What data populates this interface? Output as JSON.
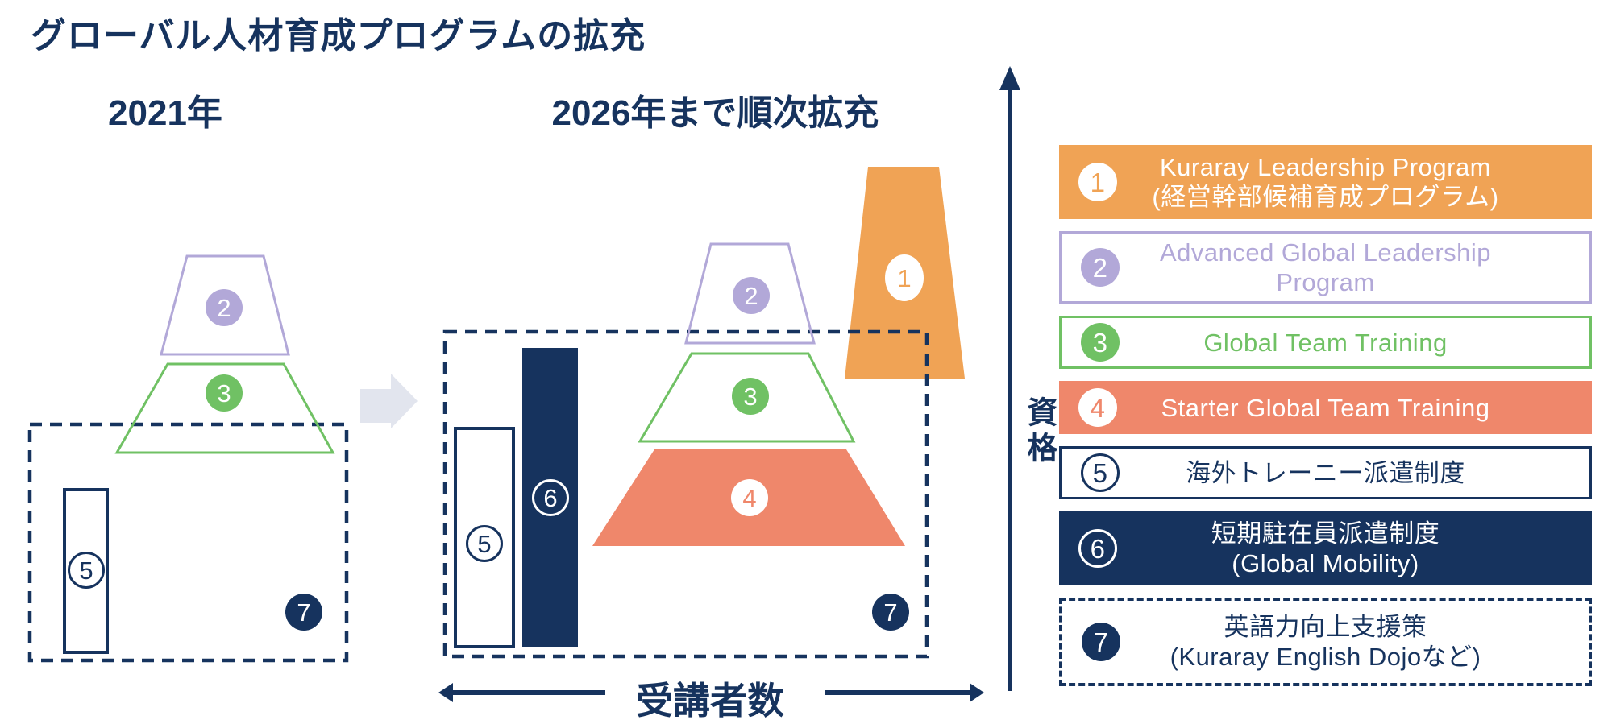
{
  "page_title": "グローバル人材育成プログラムの拡充",
  "diagrams": {
    "y2021": {
      "title": "2021年"
    },
    "y2026": {
      "title": "2026年まで順次拡充"
    }
  },
  "axes": {
    "vertical_label": "資格",
    "horizontal_label": "受講者数"
  },
  "legend": {
    "items": [
      {
        "num": "1",
        "lines": [
          "Kuraray Leadership Program",
          "(経営幹部候補育成プログラム)"
        ]
      },
      {
        "num": "2",
        "lines": [
          "Advanced Global Leadership",
          "Program"
        ]
      },
      {
        "num": "3",
        "lines": [
          "Global Team Training"
        ]
      },
      {
        "num": "4",
        "lines": [
          "Starter Global Team Training"
        ]
      },
      {
        "num": "5",
        "lines": [
          "海外トレーニー派遣制度"
        ]
      },
      {
        "num": "6",
        "lines": [
          "短期駐在員派遣制度",
          "(Global Mobility)"
        ]
      },
      {
        "num": "7",
        "lines": [
          "英語力向上支援策",
          "(Kuraray English Dojoなど)"
        ]
      }
    ]
  },
  "colors": {
    "navy": "#16335e",
    "orange": "#f0a355",
    "purple": "#b2a8d8",
    "green": "#70c164",
    "salmon": "#ef876b",
    "arrow_gray": "#e2e5ee"
  }
}
